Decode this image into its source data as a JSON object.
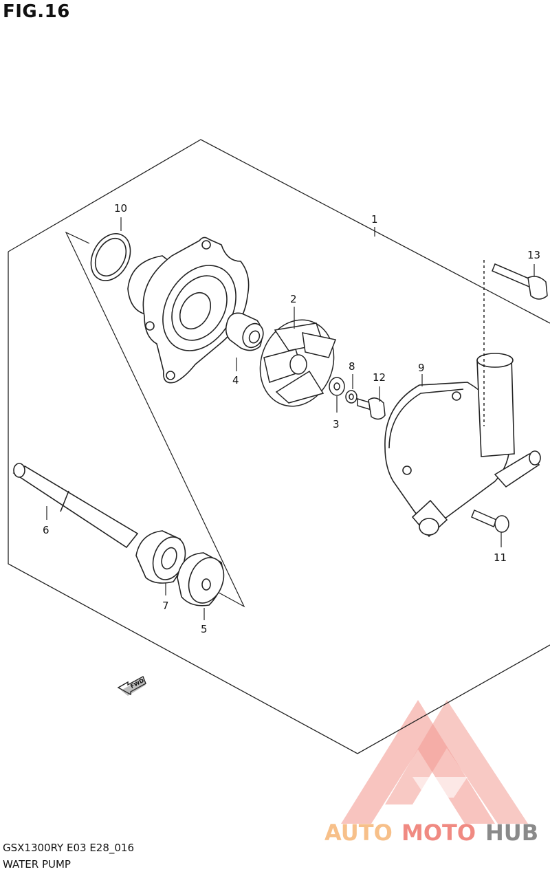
{
  "figure_title": "FIG.16",
  "model_code": "GSX1300RY E03 E28_016",
  "section_name": "WATER PUMP",
  "callouts": [
    "1",
    "2",
    "3",
    "4",
    "5",
    "6",
    "7",
    "8",
    "9",
    "10",
    "11",
    "12",
    "13"
  ],
  "fwd_label": "FWD",
  "watermark": {
    "part1": "AUTO",
    "part2": "MOTO",
    "part3": "HUB",
    "color_light": "#f7c08a",
    "color_red": "#f08a82",
    "color_gray": "#8a8a8a"
  }
}
